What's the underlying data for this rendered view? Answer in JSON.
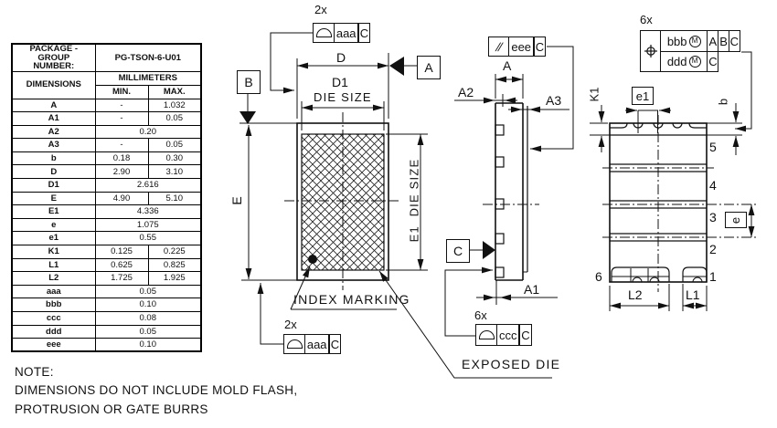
{
  "table": {
    "header": {
      "package_group_label1": "PACKAGE - GROUP",
      "package_group_label2": "NUMBER:",
      "package_group_value": "PG-TSON-6-U01",
      "dimensions_label": "DIMENSIONS",
      "millimeters_label": "MILLIMETERS",
      "min_label": "MIN.",
      "max_label": "MAX."
    },
    "rows": [
      {
        "dim": "A",
        "min": "-",
        "max": "1.032"
      },
      {
        "dim": "A1",
        "min": "-",
        "max": "0.05"
      },
      {
        "dim": "A2",
        "value": "0.20"
      },
      {
        "dim": "A3",
        "min": "-",
        "max": "0.05"
      },
      {
        "dim": "b",
        "min": "0.18",
        "max": "0.30"
      },
      {
        "dim": "D",
        "min": "2.90",
        "max": "3.10"
      },
      {
        "dim": "D1",
        "value": "2.616"
      },
      {
        "dim": "E",
        "min": "4.90",
        "max": "5.10"
      },
      {
        "dim": "E1",
        "value": "4.336"
      },
      {
        "dim": "e",
        "value": "1.075"
      },
      {
        "dim": "e1",
        "value": "0.55"
      },
      {
        "dim": "K1",
        "min": "0.125",
        "max": "0.225"
      },
      {
        "dim": "L1",
        "min": "0.625",
        "max": "0.825"
      },
      {
        "dim": "L2",
        "min": "1.725",
        "max": "1.925"
      },
      {
        "dim": "aaa",
        "value": "0.05"
      },
      {
        "dim": "bbb",
        "value": "0.10"
      },
      {
        "dim": "ccc",
        "value": "0.08"
      },
      {
        "dim": "ddd",
        "value": "0.05"
      },
      {
        "dim": "eee",
        "value": "0.10"
      }
    ]
  },
  "top_view": {
    "qty_top": "2x",
    "qty_bottom": "2x",
    "fcf_top": {
      "tolerance": "aaa",
      "datum": "C"
    },
    "fcf_bottom": {
      "tolerance": "aaa",
      "datum": "C"
    },
    "labels": {
      "d": "D",
      "d1": "D1",
      "die_size": "DIE SIZE",
      "e": "E",
      "e1_die_size": "E1  DIE SIZE",
      "index_marking": "INDEX MARKING",
      "exposed_die": "EXPOSED DIE"
    },
    "datum_a": "A",
    "datum_b": "B"
  },
  "side_view": {
    "qty": "6x",
    "labels": {
      "a": "A",
      "a1": "A1",
      "a2": "A2",
      "a3": "A3"
    },
    "datum_c": "C",
    "fcf_parallel": {
      "symbol": "//",
      "tolerance": "eee",
      "datum": "C"
    },
    "fcf_bottom": {
      "tolerance": "ccc",
      "datum": "C"
    }
  },
  "bottom_view": {
    "qty": "6x",
    "labels": {
      "e1": "e1",
      "e": "e",
      "b": "b",
      "k1": "K1",
      "l1": "L1",
      "l2": "L2"
    },
    "pins": {
      "p1": "1",
      "p2": "2",
      "p3": "3",
      "p4": "4",
      "p5": "5",
      "p6": "6"
    },
    "fcf_position": {
      "row1_tol": "bbb",
      "row1_mod": "M",
      "row1_datums": [
        "A",
        "B",
        "C"
      ],
      "row2_tol": "ddd",
      "row2_mod": "M",
      "row2_datum": "C"
    }
  },
  "note": {
    "line1": "NOTE:",
    "line2": "DIMENSIONS DO NOT INCLUDE MOLD FLASH,",
    "line3": "PROTRUSION OR GATE BURRS"
  },
  "colors": {
    "line": "#111111",
    "background": "#ffffff"
  }
}
